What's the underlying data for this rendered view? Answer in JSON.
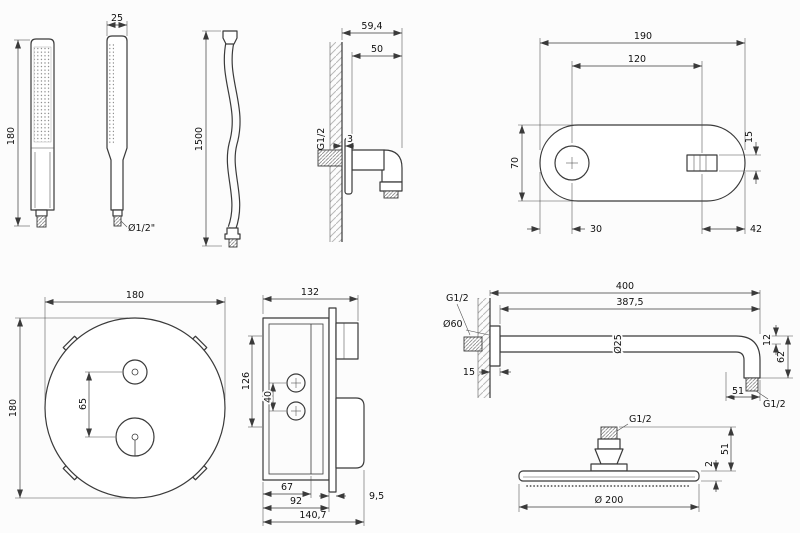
{
  "drawing": {
    "background": "#fcfcfc",
    "line_color": "#3a3a3a"
  },
  "views": {
    "handshower_front": {
      "height": "180"
    },
    "handshower_side": {
      "width": "25",
      "thread": "Ø1/2\""
    },
    "hose": {
      "length": "1500"
    },
    "wall_outlet": {
      "depth": "59,4",
      "projection": "50",
      "thread": "G1/2",
      "gap": "3"
    },
    "mixer_plate": {
      "width": "190",
      "centers": "120",
      "height": "70",
      "handle_height": "15",
      "knob_offset": "30",
      "handle_offset": "42"
    },
    "round_trim": {
      "width": "180",
      "height": "180",
      "knob_spacing": "65"
    },
    "valve_body": {
      "width": "132",
      "height": "126",
      "port_spacing": "40",
      "depth_67": "67",
      "depth_92": "92",
      "plate_thickness": "9,5",
      "total_depth": "140,7"
    },
    "shower_arm": {
      "wall_thread": "G1/2",
      "length": "400",
      "inner_length": "387,5",
      "flange_diameter": "Ø60",
      "flange_depth": "15",
      "pipe_diameter": "Ø25",
      "dim_12": "12",
      "dim_62": "62",
      "dim_51": "51",
      "end_thread": "G1/2"
    },
    "shower_head": {
      "thread": "G1/2",
      "stem_height": "51",
      "plate_thickness": "2",
      "diameter": "Ø 200"
    }
  }
}
